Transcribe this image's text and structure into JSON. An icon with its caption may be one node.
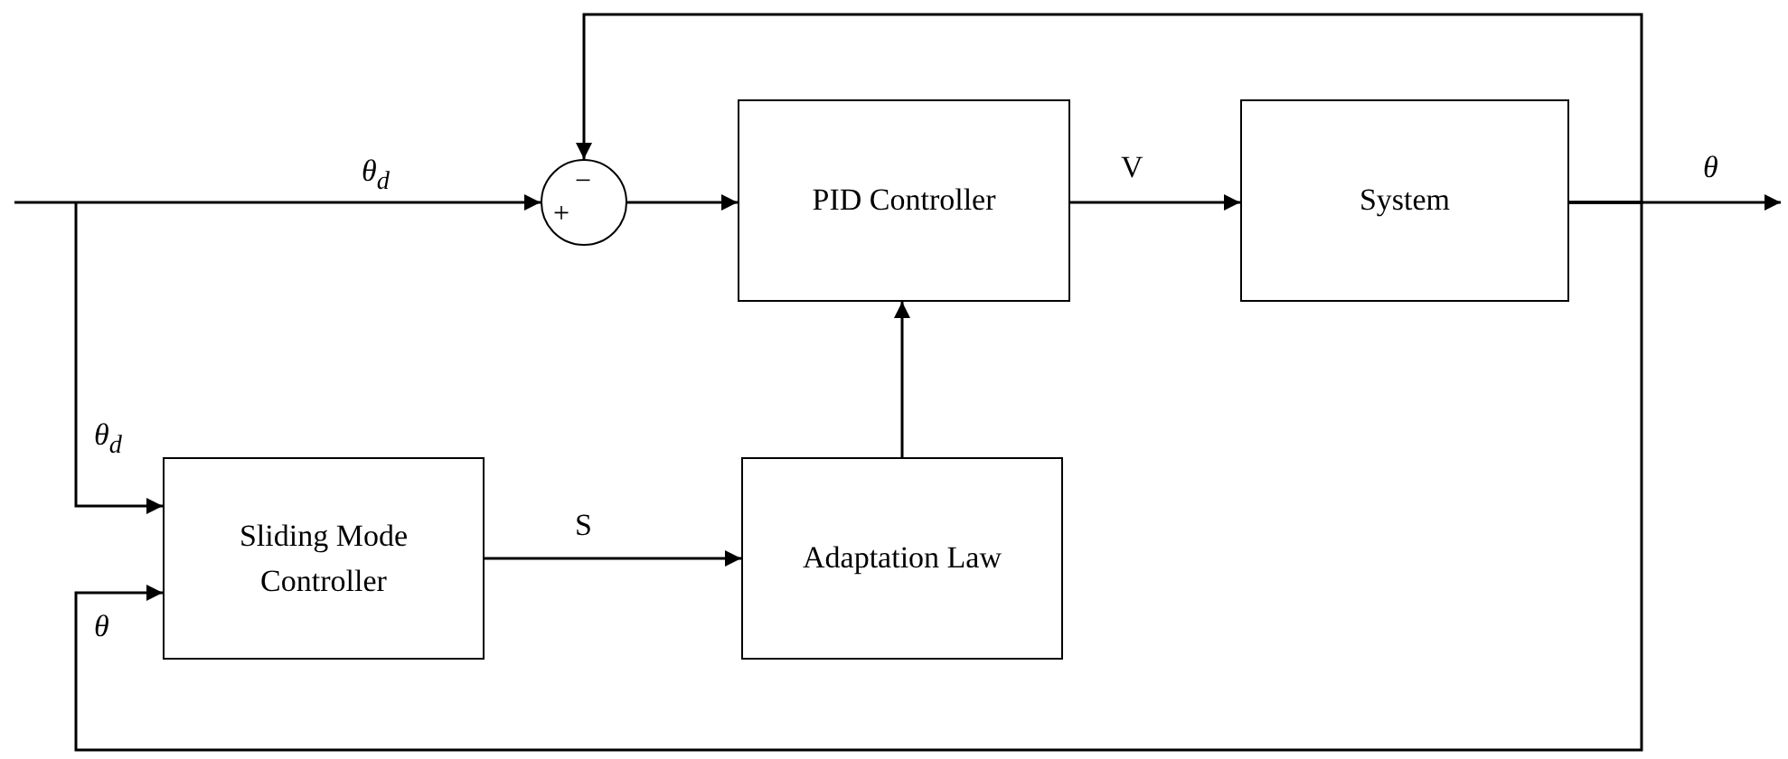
{
  "diagram": {
    "nodes": [
      {
        "text": [
          "−",
          "+"
        ]
      },
      {
        "text": [
          "PID Controller"
        ]
      },
      {
        "text": [
          "System"
        ]
      },
      {
        "text": [
          "Sliding Mode Controller"
        ]
      },
      {
        "text": [
          "Adaptation Law"
        ]
      }
    ],
    "edges": [
      {
        "from": null,
        "to": 0,
        "arrow": "to",
        "label": "θ$_{d}$"
      },
      {
        "from": null,
        "to": 3,
        "arrow": "to",
        "label": "θ$_{d}$"
      },
      {
        "from": 0,
        "to": 1,
        "arrow": "to"
      },
      {
        "from": 1,
        "to": 2,
        "arrow": "to",
        "label": "V"
      },
      {
        "from": 2,
        "to": null,
        "arrow": "to",
        "label": "θ"
      },
      {
        "from": 2,
        "to": 0,
        "arrow": "to"
      },
      {
        "from": 2,
        "to": 3,
        "arrow": "to",
        "label": "θ"
      },
      {
        "from": 3,
        "to": 4,
        "arrow": "to",
        "label": "S"
      },
      {
        "from": 4,
        "to": 1,
        "arrow": "to"
      }
    ]
  }
}
